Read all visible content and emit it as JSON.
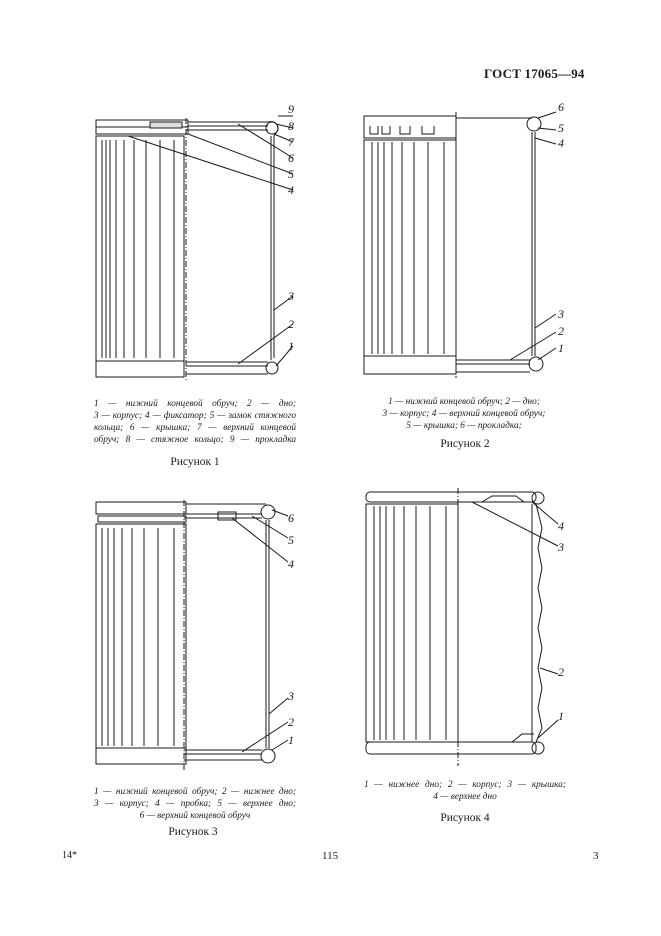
{
  "header": {
    "standard": "ГОСТ 17065—94"
  },
  "figures": [
    {
      "caption": "Рисунок 1",
      "callouts": [
        "9",
        "8",
        "7",
        "6",
        "5",
        "4",
        "3",
        "2",
        "1"
      ],
      "legend": [
        "1 — нижний концевой обруч; 2 — дно;",
        "3 — корпус; 4 — фиксатор; 5 — замок стяжного",
        "кольца; 6 — крышка; 7 — верхний концевой",
        "обруч; 8 — стяжное кольцо; 9 — прокладка"
      ]
    },
    {
      "caption": "Рисунок 2",
      "callouts": [
        "6",
        "5",
        "4",
        "3",
        "2",
        "1"
      ],
      "legend": [
        "1 — нижний концевой обруч; 2 — дно;",
        "3 — корпус; 4 — верхний концевой обруч;",
        "5 — крышка; 6 — прокладка;"
      ]
    },
    {
      "caption": "Рисунок 3",
      "callouts": [
        "6",
        "5",
        "4",
        "3",
        "2",
        "1"
      ],
      "legend": [
        "1 — нижний концевой обруч; 2 — нижнее дно;",
        "3 — корпус; 4 — пробка; 5 — верхнее дно;",
        "6 — верхний концевой обруч"
      ]
    },
    {
      "caption": "Рисунок 4",
      "callouts": [
        "4",
        "3",
        "2",
        "1"
      ],
      "legend": [
        "1 — нижнее дно; 2 — корпус; 3 — крышка;",
        "4 — верхнее дно"
      ]
    }
  ],
  "footer": {
    "left": "14*",
    "center": "115",
    "right": "3"
  }
}
